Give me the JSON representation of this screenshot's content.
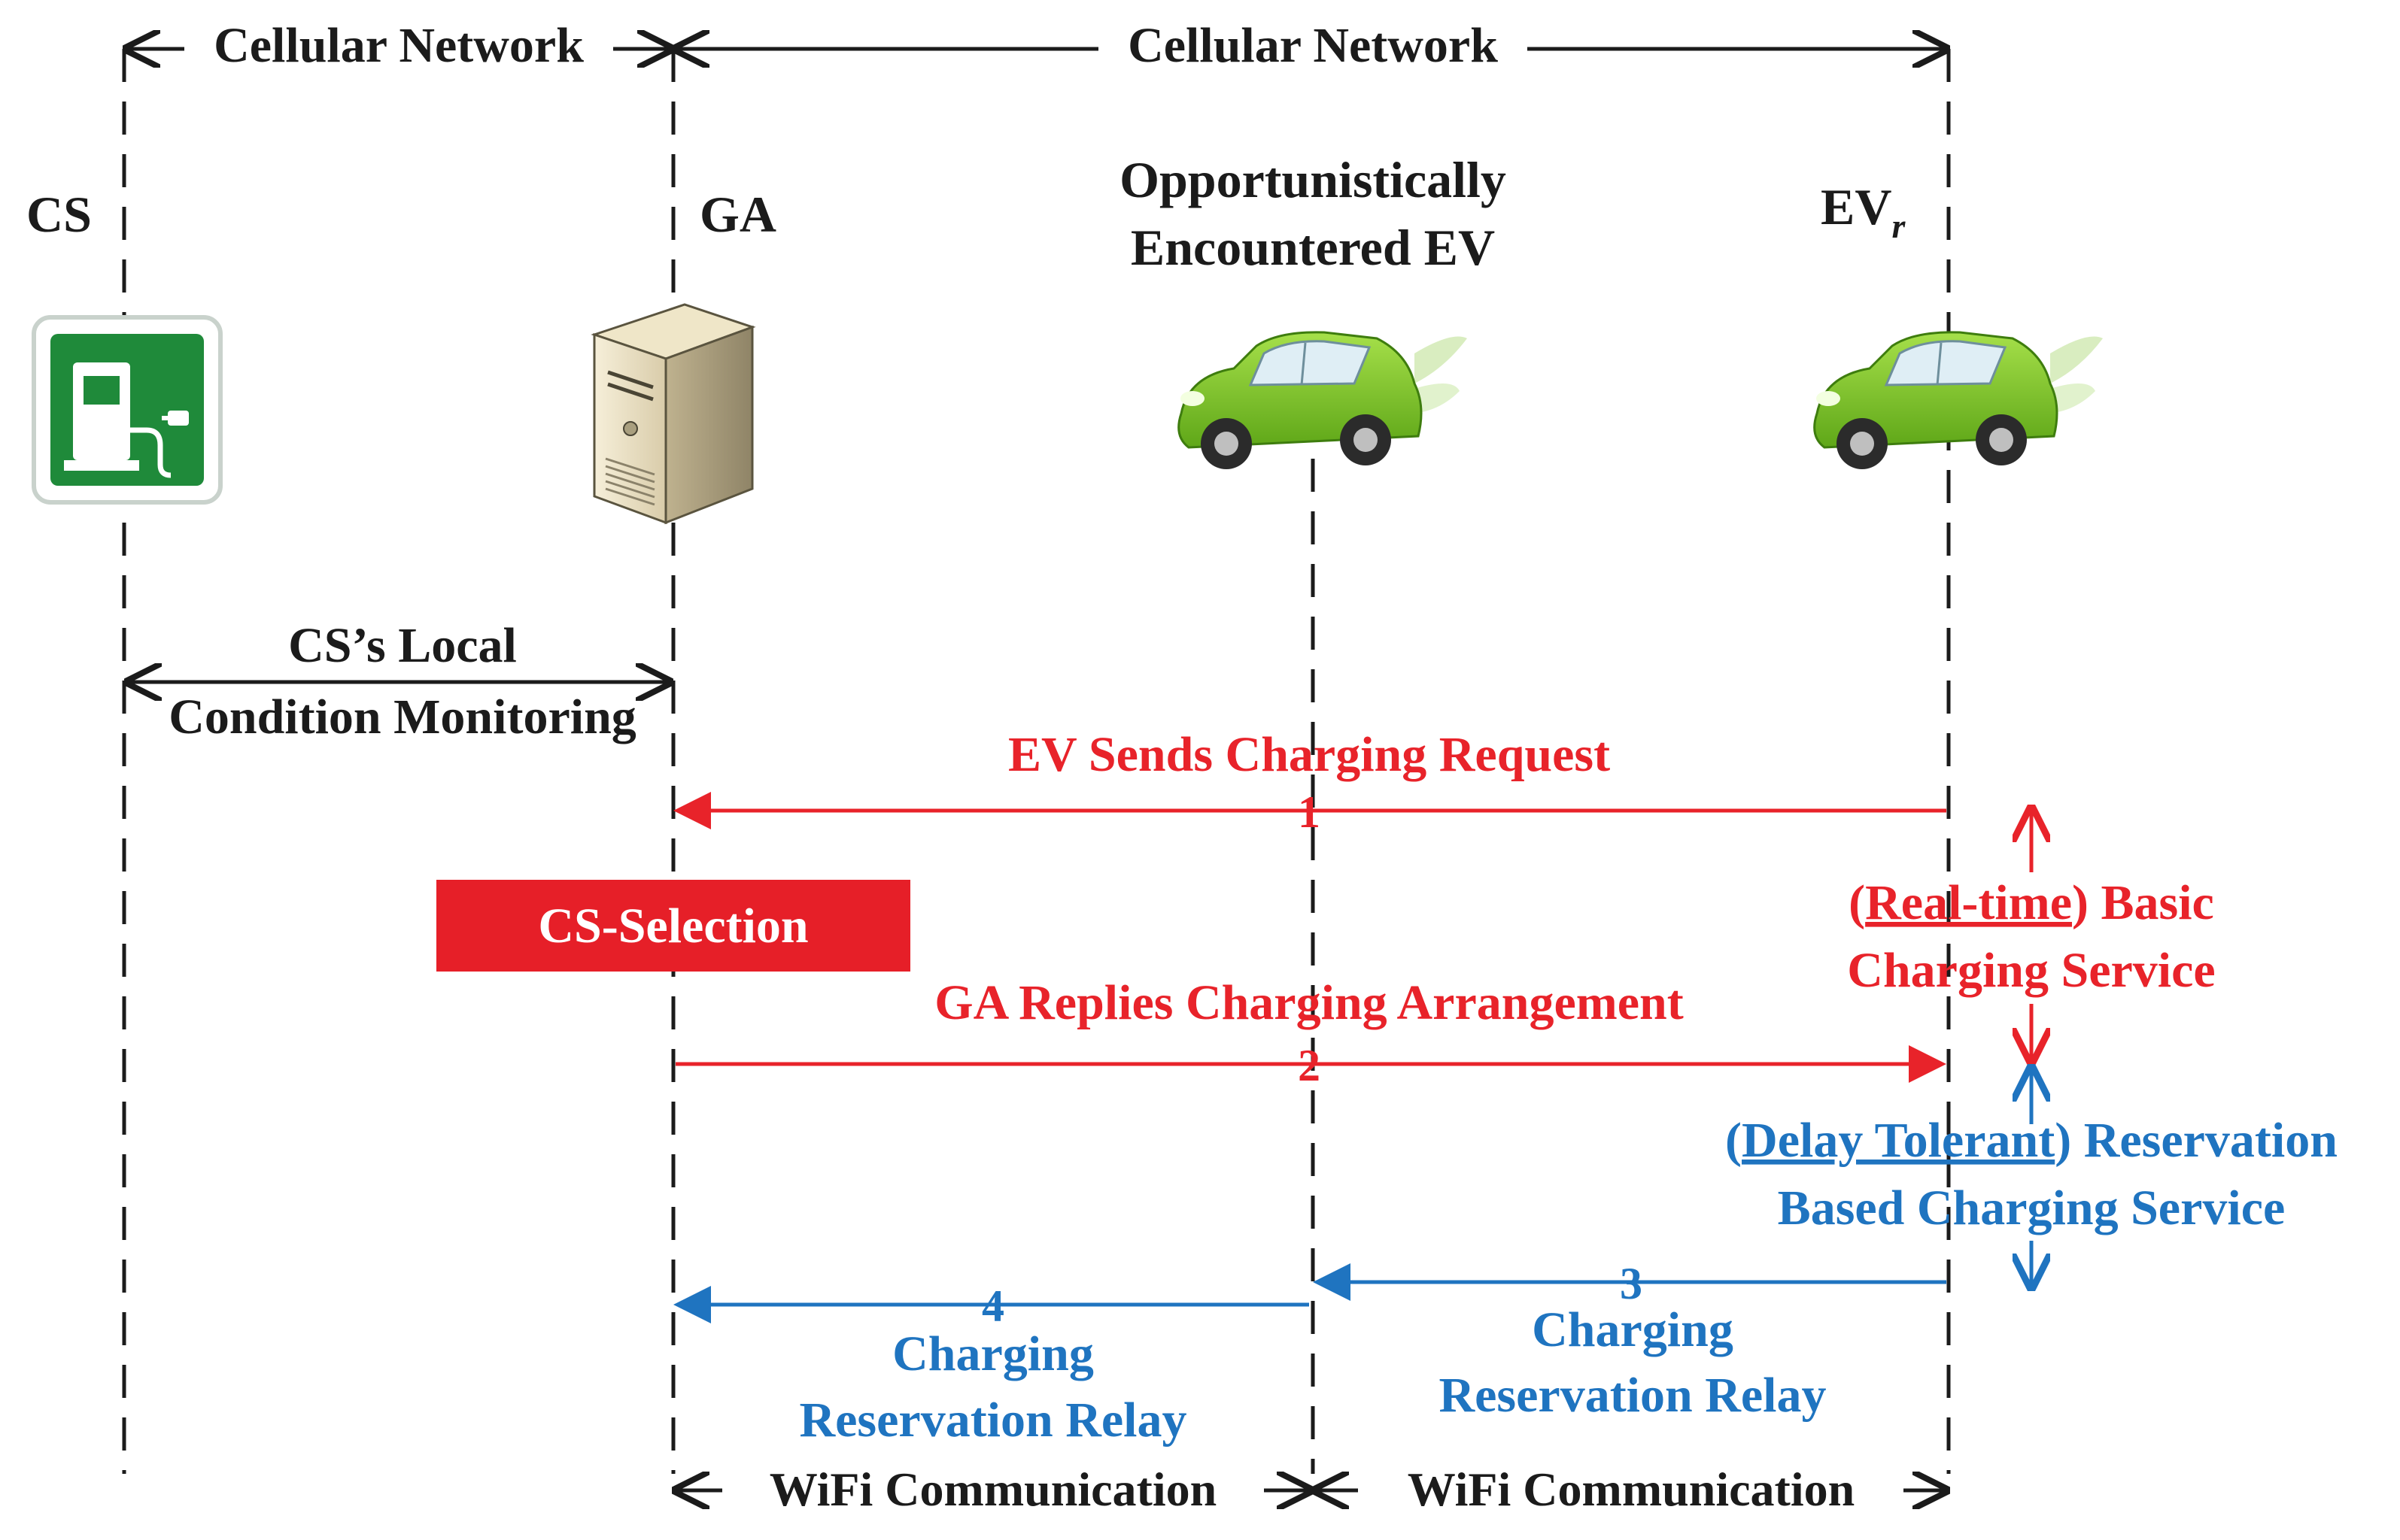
{
  "colors": {
    "black": "#1b1b1b",
    "red": "#e8232a",
    "blue": "#1f74c0",
    "station_green": "#1f8a3a",
    "car_green": "#7cc623",
    "cs_selection_box": "#e61f28"
  },
  "network": {
    "left_label": "Cellular Network",
    "right_label": "Cellular Network"
  },
  "entities": {
    "cs": "CS",
    "ga": "GA",
    "opp_ev_line1": "Opportunistically",
    "opp_ev_line2": "Encountered EV",
    "evr": "EV",
    "evr_subscript": "r"
  },
  "icons": {
    "cs": "charging-station-icon",
    "ga": "server-icon",
    "opp_ev": "electric-car-icon",
    "evr": "electric-car-icon"
  },
  "monitoring": {
    "line1": "CS’s Local",
    "line2": "Condition Monitoring"
  },
  "messages": {
    "m1_label": "EV Sends Charging Request",
    "m1_num": "1",
    "cs_selection": "CS-Selection",
    "m2_label": "GA Replies Charging Arrangement",
    "m2_num": "2",
    "m3_num": "3",
    "m3_line1": "Charging",
    "m3_line2": "Reservation Relay",
    "m4_num": "4",
    "m4_line1": "Charging",
    "m4_line2": "Reservation Relay"
  },
  "services": {
    "basic_open": "(",
    "basic_underlined": "Real-time",
    "basic_close": ") Basic",
    "basic_line2": "Charging Service",
    "reservation_open": "(",
    "reservation_underlined": "Delay Tolerant",
    "reservation_close": ") Reservation",
    "reservation_line2": "Based Charging Service"
  },
  "wifi": {
    "left": "WiFi Communication",
    "right": "WiFi Communication"
  }
}
